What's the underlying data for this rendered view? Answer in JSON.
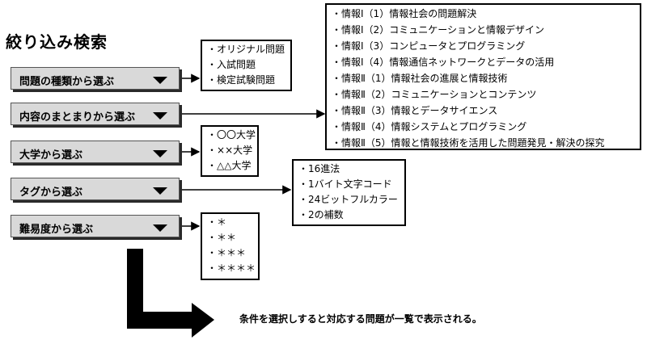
{
  "title": "絞り込み検索",
  "filters": [
    {
      "label": "問題の種類から選ぶ"
    },
    {
      "label": "内容のまとまりから選ぶ"
    },
    {
      "label": "大学から選ぶ"
    },
    {
      "label": "タグから選ぶ"
    },
    {
      "label": "難易度から選ぶ"
    }
  ],
  "types": [
    "オリジナル問題",
    "入試問題",
    "検定試験問題"
  ],
  "units": [
    "情報Ⅰ（1）情報社会の問題解決",
    "情報Ⅰ（2）コミュニケーションと情報デザイン",
    "情報Ⅰ（3）コンピュータとプログラミング",
    "情報Ⅰ（4）情報通信ネットワークとデータの活用",
    "情報Ⅱ（1）情報社会の進展と情報技術",
    "情報Ⅱ（2）コミュニケーションとコンテンツ",
    "情報Ⅱ（3）情報とデータサイエンス",
    "情報Ⅱ（4）情報システムとプログラミング",
    "情報Ⅱ（5）情報と情報技術を活用した問題発見・解決の探究"
  ],
  "universities": [
    "〇〇大学",
    "××大学",
    "△△大学"
  ],
  "tags": [
    "16進法",
    "1バイト文字コード",
    "24ビットフルカラー",
    "2の補数"
  ],
  "difficulty": [
    "＊",
    "＊＊",
    "＊＊＊",
    "＊＊＊＊"
  ],
  "note": "条件を選択しすると対応する問題が一覧で表示される。"
}
